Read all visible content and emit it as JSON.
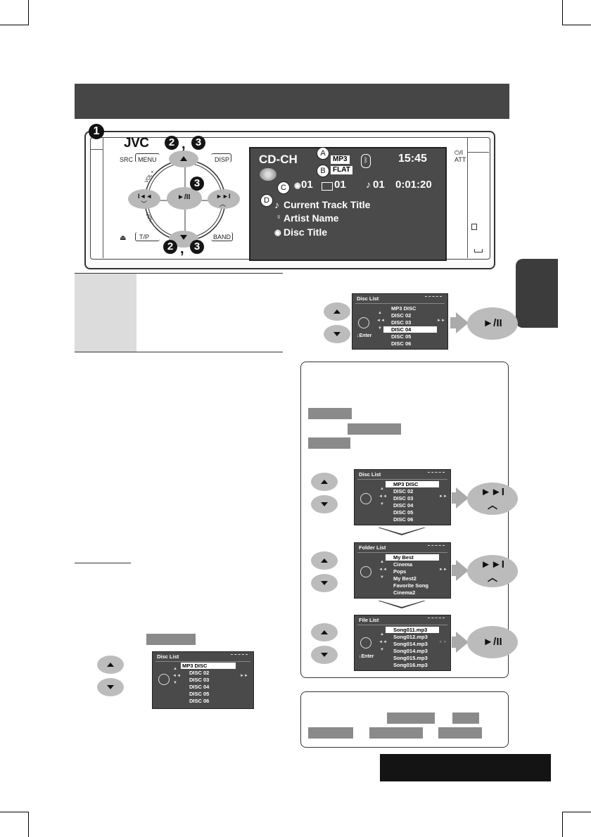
{
  "device": {
    "brand": "JVC",
    "src": "SRC",
    "menu": "MENU",
    "disp": "DISP",
    "tp": "T/P",
    "band": "BAND",
    "power": "⏻/I",
    "att": "ATT",
    "vol_plus": "VOL +",
    "vol_minus": "VOL –",
    "play": "►/II",
    "prev": "I◄◄",
    "next": "►►I",
    "eject": "⏏"
  },
  "screen": {
    "source": "CD-CH",
    "format_tag": "MP3",
    "sound_tag": "FLAT",
    "clock": "15:45",
    "disc_no": "01",
    "folder_no": "01",
    "track_no": "01",
    "elapsed": "0:01:20",
    "track_title": "Current Track Title",
    "artist": "Artist Name",
    "disc_title": "Disc Title"
  },
  "callouts": {
    "a": "A",
    "b": "B",
    "c": "C",
    "d": "D"
  },
  "steps": {
    "one": "1",
    "two": "2",
    "three": "3",
    "comma": ","
  },
  "play_label": "►/II",
  "next_label": "►►I",
  "next_sub": "︿",
  "enter_label": "↓Enter",
  "disc_list": {
    "title": "Disc List",
    "items": [
      "MP3 DISC",
      "DISC 02",
      "DISC 03",
      "DISC 04",
      "DISC 05",
      "DISC 06"
    ]
  },
  "folder_list": {
    "title": "Folder List",
    "items": [
      "My Best",
      "Cinema",
      "Pops",
      "My Best2",
      "Favorite Song",
      "Cinema2"
    ]
  },
  "file_list": {
    "title": "File List",
    "items": [
      "Song011.mp3",
      "Song012.mp3",
      "Song014.mp3",
      "Song014.mp3",
      "Song015.mp3",
      "Song016.mp3"
    ]
  },
  "colors": {
    "dark_bar": "#464646",
    "screen_bg": "#4a4a4a",
    "button_gray": "#b9b9b9"
  }
}
